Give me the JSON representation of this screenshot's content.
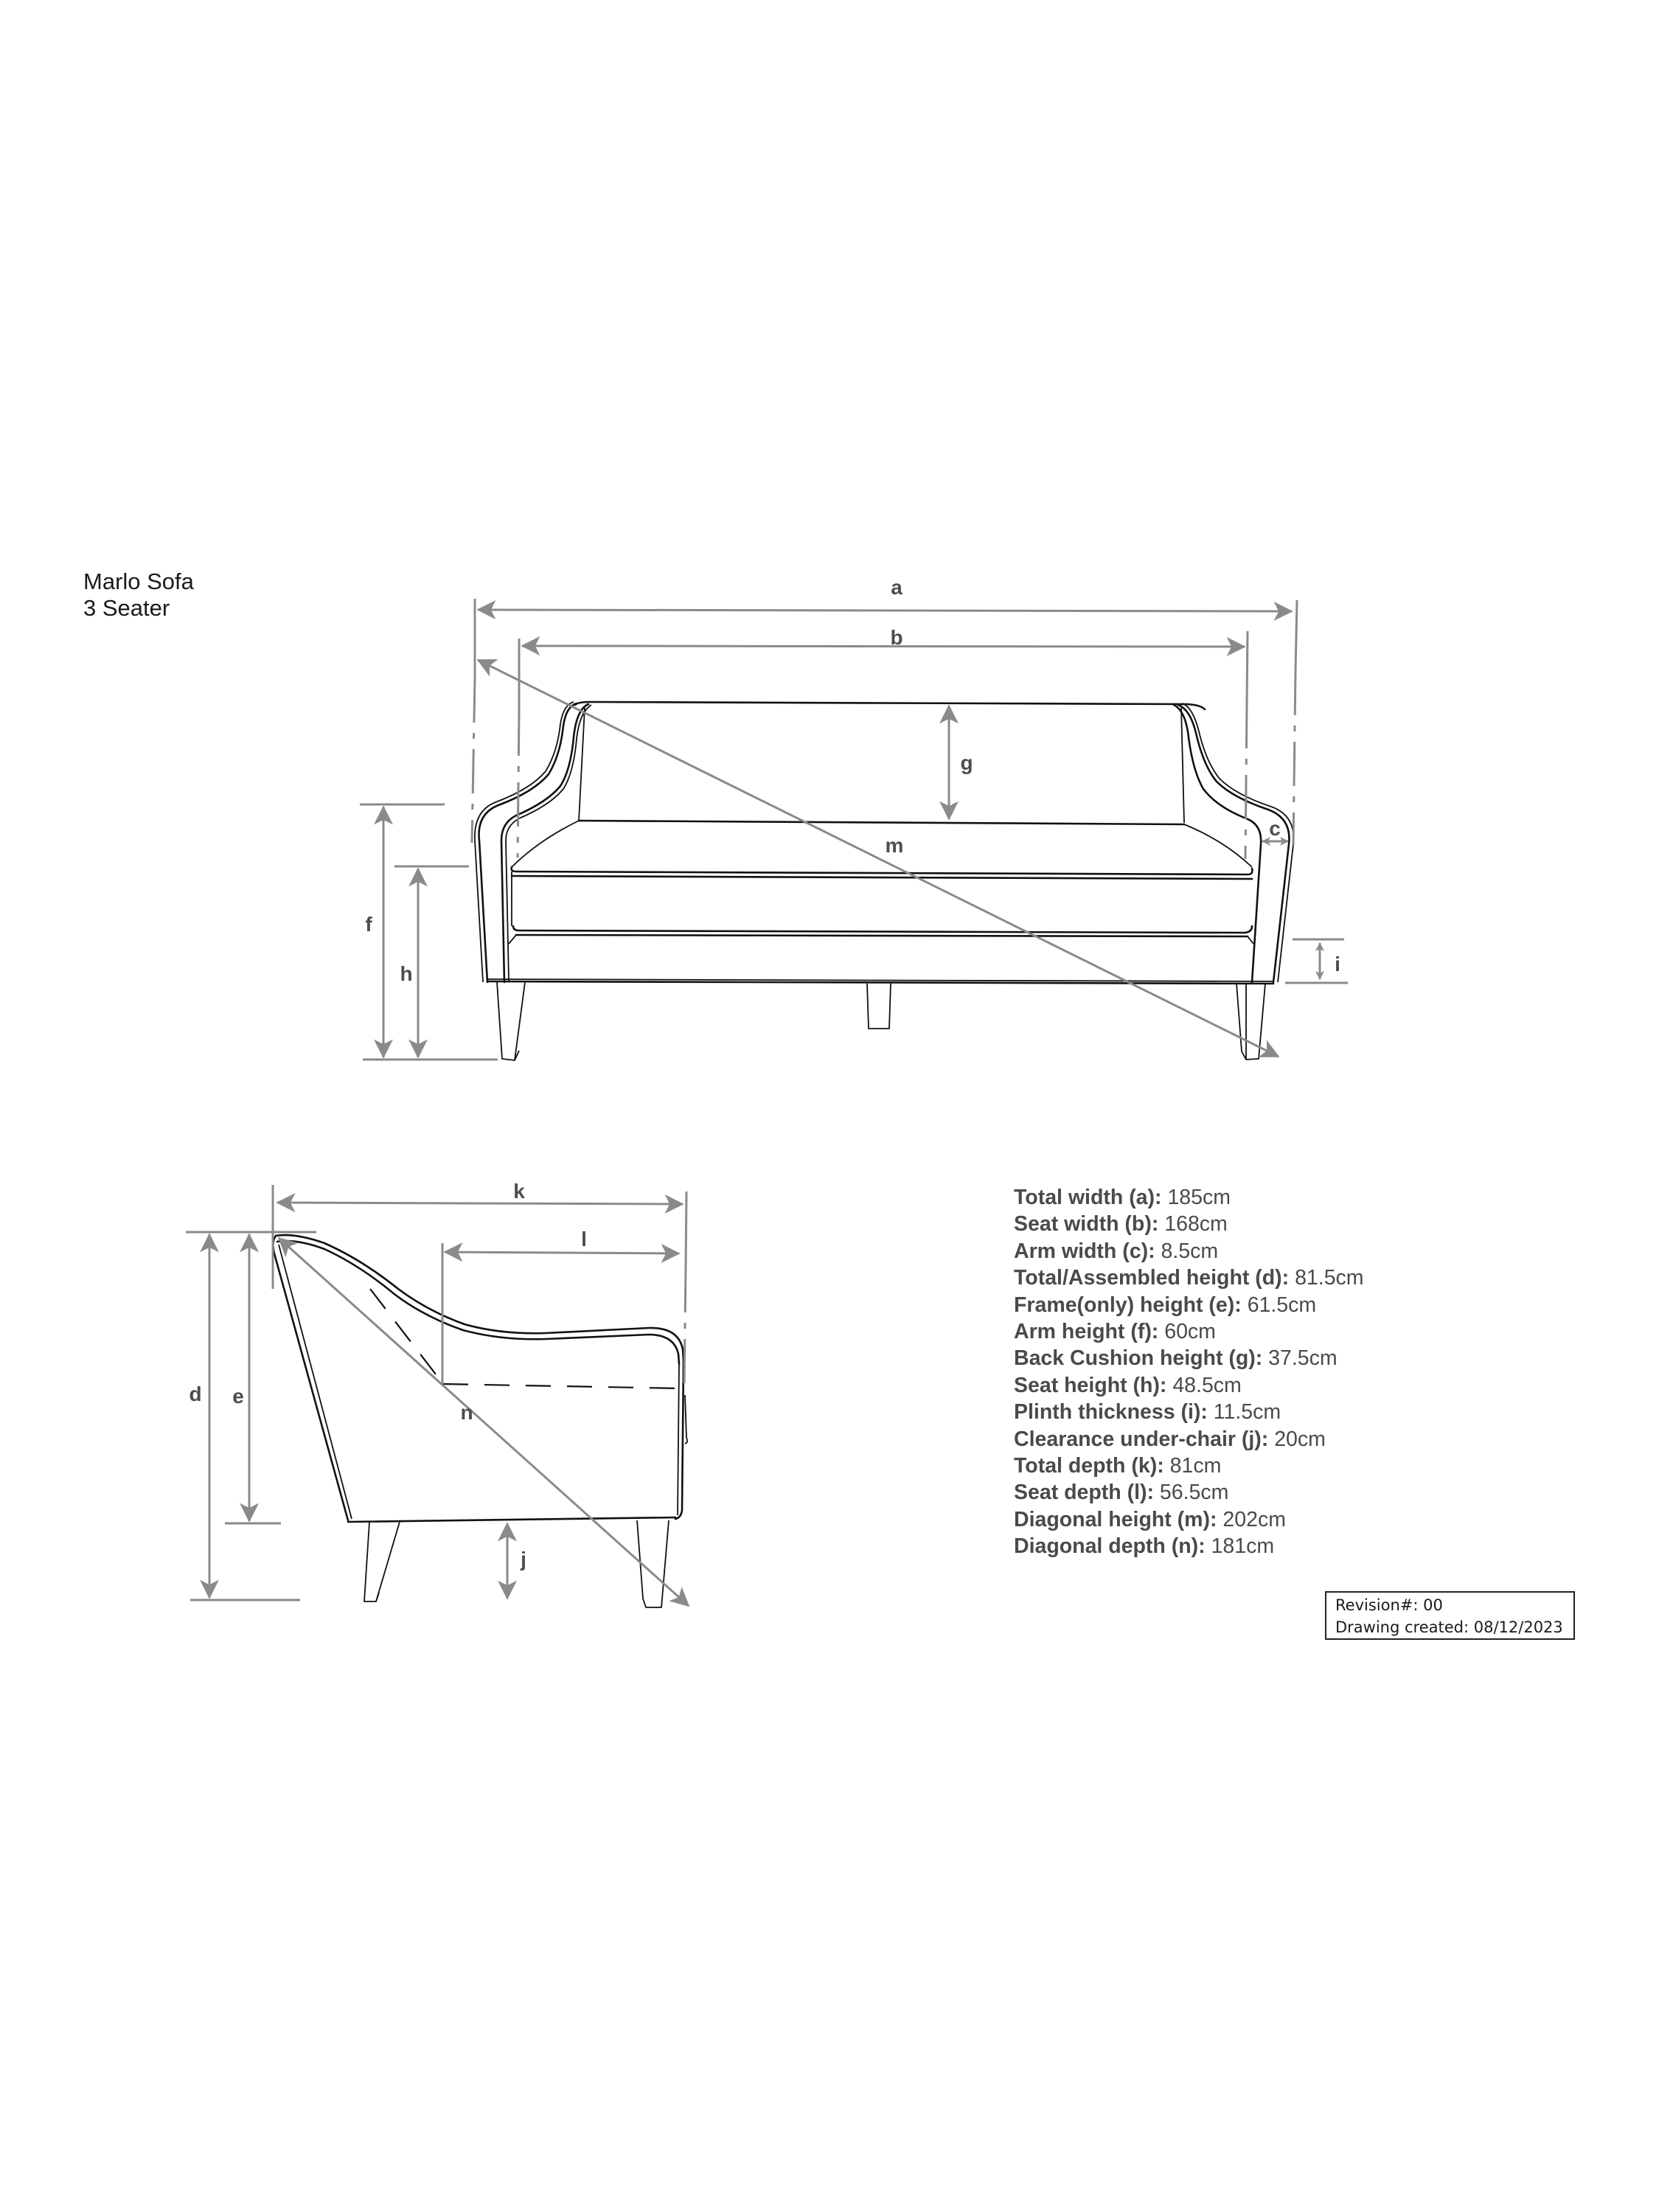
{
  "title": {
    "line1": "Marlo Sofa",
    "line2": "3 Seater"
  },
  "front_view": {
    "labels": {
      "a": "a",
      "b": "b",
      "c": "c",
      "f": "f",
      "g": "g",
      "h": "h",
      "i": "i",
      "m": "m"
    }
  },
  "side_view": {
    "labels": {
      "d": "d",
      "e": "e",
      "j": "j",
      "k": "k",
      "l": "l",
      "n": "n"
    }
  },
  "specs": [
    {
      "key": "Total width (a):",
      "value": "185cm"
    },
    {
      "key": "Seat width (b):",
      "value": "168cm"
    },
    {
      "key": "Arm width (c):",
      "value": "8.5cm"
    },
    {
      "key": "Total/Assembled height (d):",
      "value": "81.5cm"
    },
    {
      "key": "Frame(only) height (e):",
      "value": "61.5cm"
    },
    {
      "key": "Arm height (f):",
      "value": "60cm"
    },
    {
      "key": "Back Cushion height (g):",
      "value": "37.5cm"
    },
    {
      "key": "Seat height (h):",
      "value": "48.5cm"
    },
    {
      "key": "Plinth thickness (i):",
      "value": "11.5cm"
    },
    {
      "key": "Clearance under-chair (j):",
      "value": "20cm"
    },
    {
      "key": "Total depth (k):",
      "value": "81cm"
    },
    {
      "key": "Seat depth (l):",
      "value": "56.5cm"
    },
    {
      "key": "Diagonal height (m):",
      "value": "202cm"
    },
    {
      "key": "Diagonal depth (n):",
      "value": "181cm"
    }
  ],
  "revision_box": {
    "revision": "Revision#: 00",
    "created": "Drawing created: 08/12/2023"
  },
  "colors": {
    "dimension_lines": "#8a8a8a",
    "outline": "#111111",
    "spec_text": "#4a4a4a",
    "background": "#ffffff"
  }
}
